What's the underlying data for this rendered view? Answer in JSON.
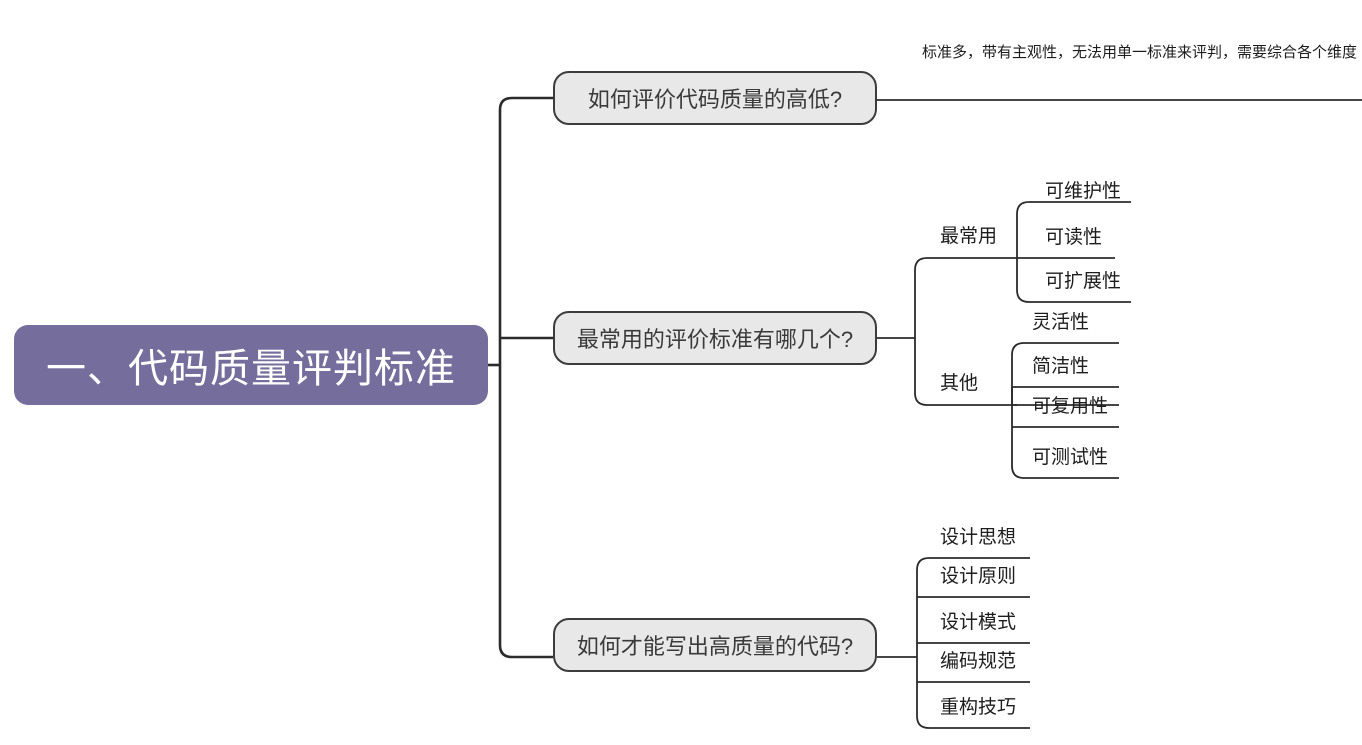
{
  "title": "代码质量评判标准 思维导图",
  "colors": {
    "root_fill": "#756d9c",
    "root_text": "#ffffff",
    "node_fill": "#e8e8e8",
    "node_border": "#3c3c3c",
    "line": "#2b2b2b",
    "text": "#1d1d1d",
    "background": "#ffffff"
  },
  "root": {
    "label": "一、代码质量评判标准"
  },
  "branches": [
    {
      "label": "如何评价代码质量的高低?",
      "note": "标准多，带有主观性，无法用单一标准来评判，需要综合各个维度"
    },
    {
      "label": "最常用的评价标准有哪几个?",
      "groups": [
        {
          "label": "最常用",
          "leaves": [
            "可维护性",
            "可读性",
            "可扩展性"
          ]
        },
        {
          "label": "其他",
          "leaves": [
            "灵活性",
            "简洁性",
            "可复用性",
            "可测试性"
          ]
        }
      ]
    },
    {
      "label": "如何才能写出高质量的代码?",
      "leaves": [
        "设计思想",
        "设计原则",
        "设计模式",
        "编码规范",
        "重构技巧"
      ]
    }
  ]
}
